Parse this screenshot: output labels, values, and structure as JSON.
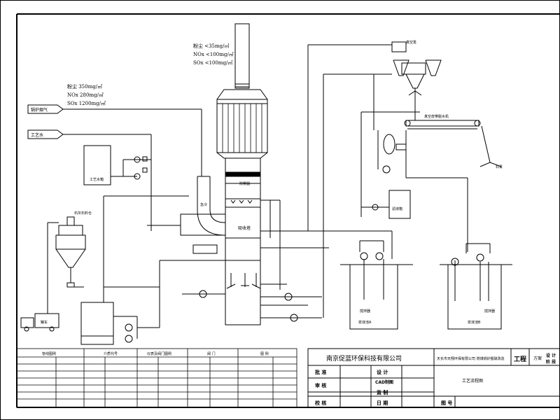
{
  "emissions_out": {
    "dust": "粉尘  <35mg/㎥",
    "nox": "NOx  <100mg/㎥",
    "so2": "SOx  <100mg/㎥"
  },
  "emissions_in": {
    "dust": "粉尘  350mg/㎥",
    "nox": "NOx  280mg/㎥",
    "so2": "SOx  1200mg/㎥"
  },
  "inputs": {
    "flue_gas": "锅炉烟气",
    "process_water": "工艺水"
  },
  "labels": {
    "slurry_tank_left": "浆液池A",
    "slurry_tank_right": "浆液池B",
    "silo": "石灰石料仓",
    "vacuum_pump": "真空泵",
    "belt_filter": "真空皮带脱水机",
    "gypsum": "石膏",
    "absorber": "吸收塔",
    "demister": "除雾器",
    "quench": "急冷",
    "agitator_l": "搅拌器",
    "agitator_r": "搅拌器",
    "water_tank": "工艺水箱",
    "filtrate_tank": "滤液箱",
    "truck": "罐车"
  },
  "title_block": {
    "company": "南京促蓝环保科技有限公司",
    "project": "天长市天翔环保有限公司 燃煤锅炉脱硫改造",
    "engineering": "工程",
    "stage": "方案",
    "design_label_1": "设 计",
    "design_label_2": "阶 段",
    "approve": "批 准",
    "design": "设 计",
    "review": "审 核",
    "cad": "CAD制图",
    "check": "校 核",
    "supervise": "监 制",
    "date": "日 期",
    "drawing_no": "图 号",
    "drawing_title": "工艺流程图"
  },
  "legend": {
    "col1_title": "管线图例",
    "col2_title": "介质代号",
    "col3_title": "仪表及阀门图例",
    "col4_title": "阀 门",
    "col5_title": "图 例"
  }
}
